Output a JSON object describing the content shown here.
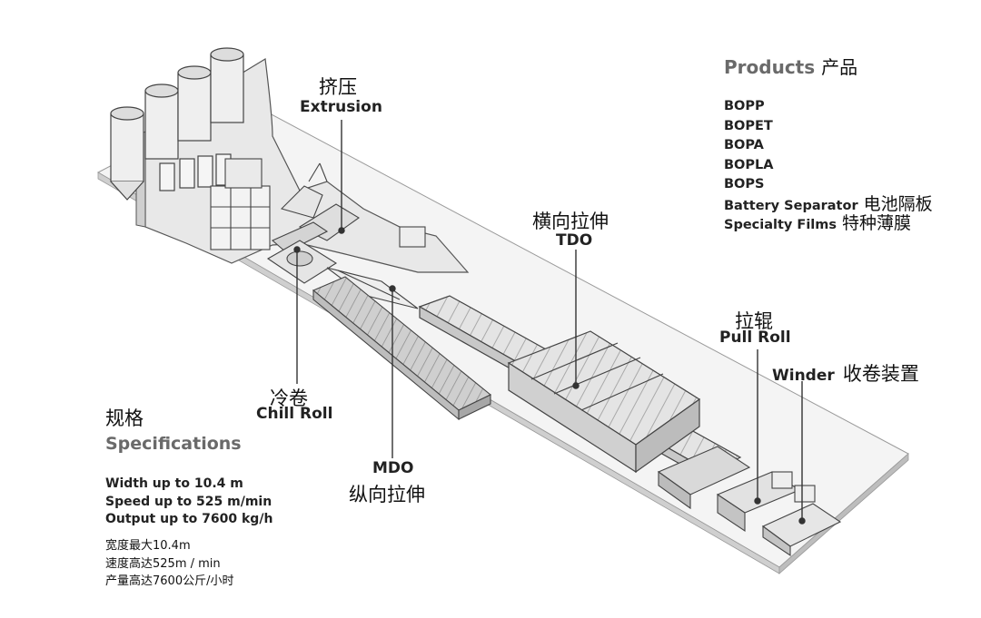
{
  "labels": {
    "extrusion_cn": "挤压",
    "extrusion_en": "Extrusion",
    "tdo_cn": "横向拉伸",
    "tdo_en": "TDO",
    "pullroll_cn": "拉辊",
    "pullroll_en": "Pull Roll",
    "winder_en": "Winder",
    "winder_cn": "收卷装置",
    "chillroll_cn": "冷卷",
    "chillroll_en": "Chill Roll",
    "mdo_en": "MDO",
    "mdo_cn": "纵向拉伸"
  },
  "products": {
    "title_en": "Products",
    "title_cn": "产品",
    "items": [
      {
        "en": "BOPP",
        "cn": ""
      },
      {
        "en": "BOPET",
        "cn": ""
      },
      {
        "en": "BOPA",
        "cn": ""
      },
      {
        "en": "BOPLA",
        "cn": ""
      },
      {
        "en": "BOPS",
        "cn": ""
      },
      {
        "en": "Battery Separator",
        "cn": "电池隔板"
      },
      {
        "en": "Specialty Films",
        "cn": "特种薄膜"
      }
    ]
  },
  "specifications": {
    "title_cn": "规格",
    "title_en": "Specifications",
    "items_en": [
      "Width up to 10.4 m",
      "Speed up to 525 m/min",
      "Output up to 7600 kg/h"
    ],
    "items_cn": [
      "宽度最大10.4m",
      "速度高达525m / min",
      "产量高达7600公斤/小时"
    ]
  },
  "colors": {
    "line": "#333333",
    "fill_light": "#f2f2f2",
    "fill_mid": "#dcdcdc",
    "fill_dark": "#b8b8b8"
  }
}
